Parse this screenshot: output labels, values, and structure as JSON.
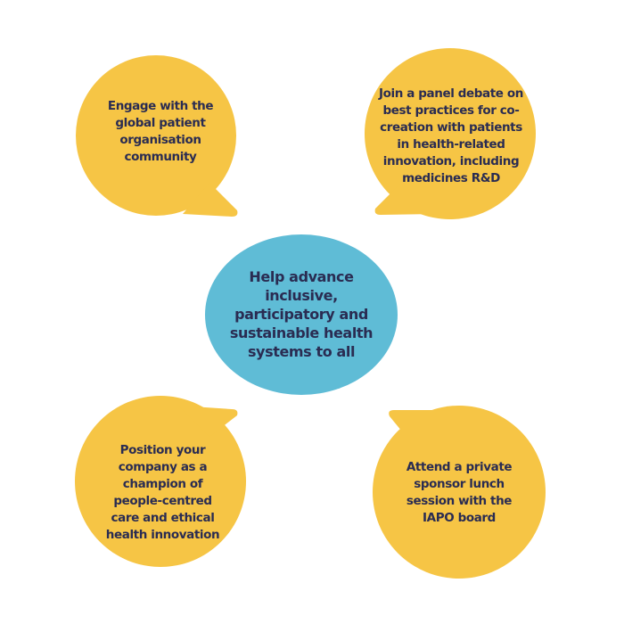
{
  "colors": {
    "bubble": "#f6c545",
    "center": "#5fbcd6",
    "text": "#2a2c52"
  },
  "center_text": "Help advance inclusive, participatory and sustainable health systems to all",
  "bubbles": [
    {
      "text": "Engage with the global patient organisation community"
    },
    {
      "text": "Join a panel debate on best practices for co-creation with patients in health-related innovation, including medicines R&D"
    },
    {
      "text": "Position your company as a champion of people-centred care and ethical health innovation"
    },
    {
      "text": "Attend a private sponsor lunch session with the IAPO board"
    }
  ]
}
